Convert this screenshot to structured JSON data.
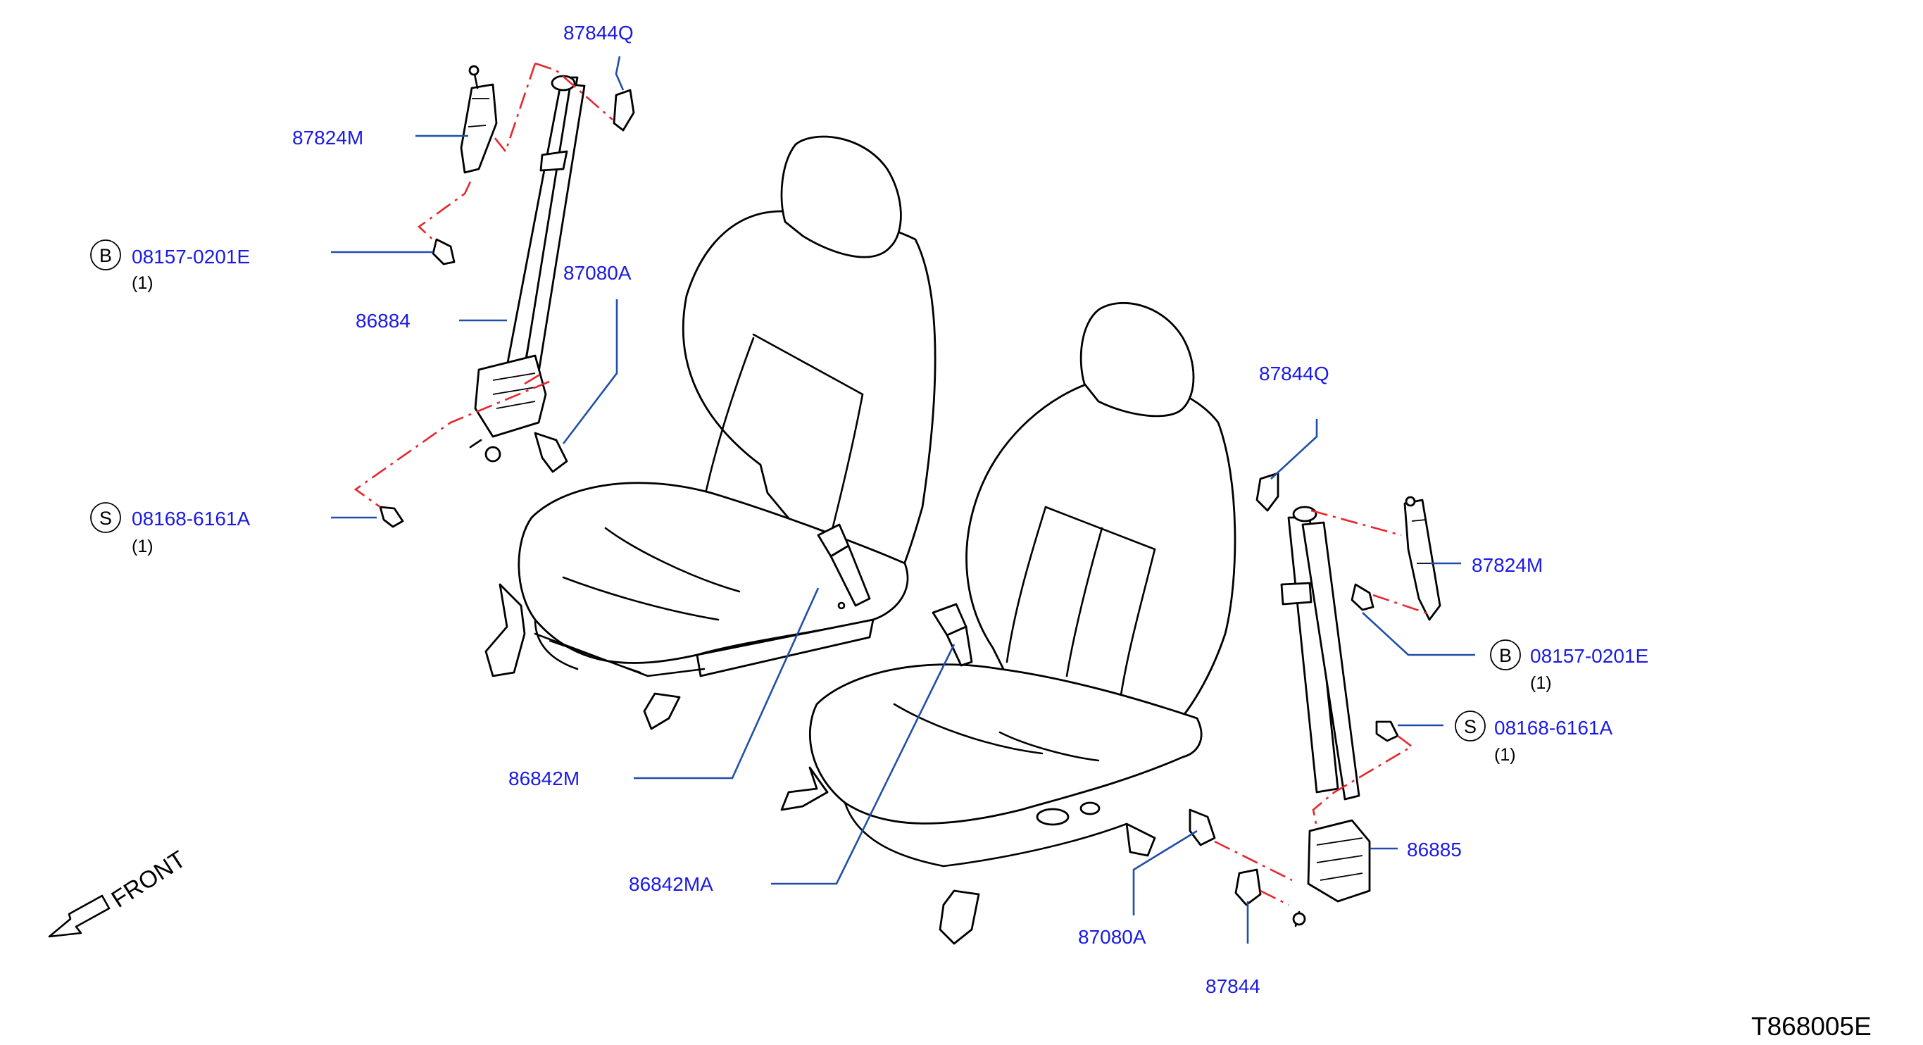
{
  "parts": {
    "p87844Q_left": "87844Q",
    "p87824M_left": "87824M",
    "p08157_left": "08157-0201E",
    "p08157_left_qty": "(1)",
    "p87080A_left": "87080A",
    "p86884": "86884",
    "p08168_left": "08168-6161A",
    "p08168_left_qty": "(1)",
    "p86842M": "86842M",
    "p86842MA": "86842MA",
    "p87844Q_right": "87844Q",
    "p87824M_right": "87824M",
    "p08157_right": "08157-0201E",
    "p08157_right_qty": "(1)",
    "p08168_right": "08168-6161A",
    "p08168_right_qty": "(1)",
    "p86885": "86885",
    "p87080A_right": "87080A",
    "p87844": "87844"
  },
  "marks": {
    "bolt_mark": "B",
    "screw_mark": "S"
  },
  "front_label": "FRONT",
  "drawing_number": "T868005E",
  "colors": {
    "part_number": "#1a1ae6",
    "leader": "#1f4fa8",
    "assembly_line": "#e8262c",
    "outline": "#000000"
  }
}
